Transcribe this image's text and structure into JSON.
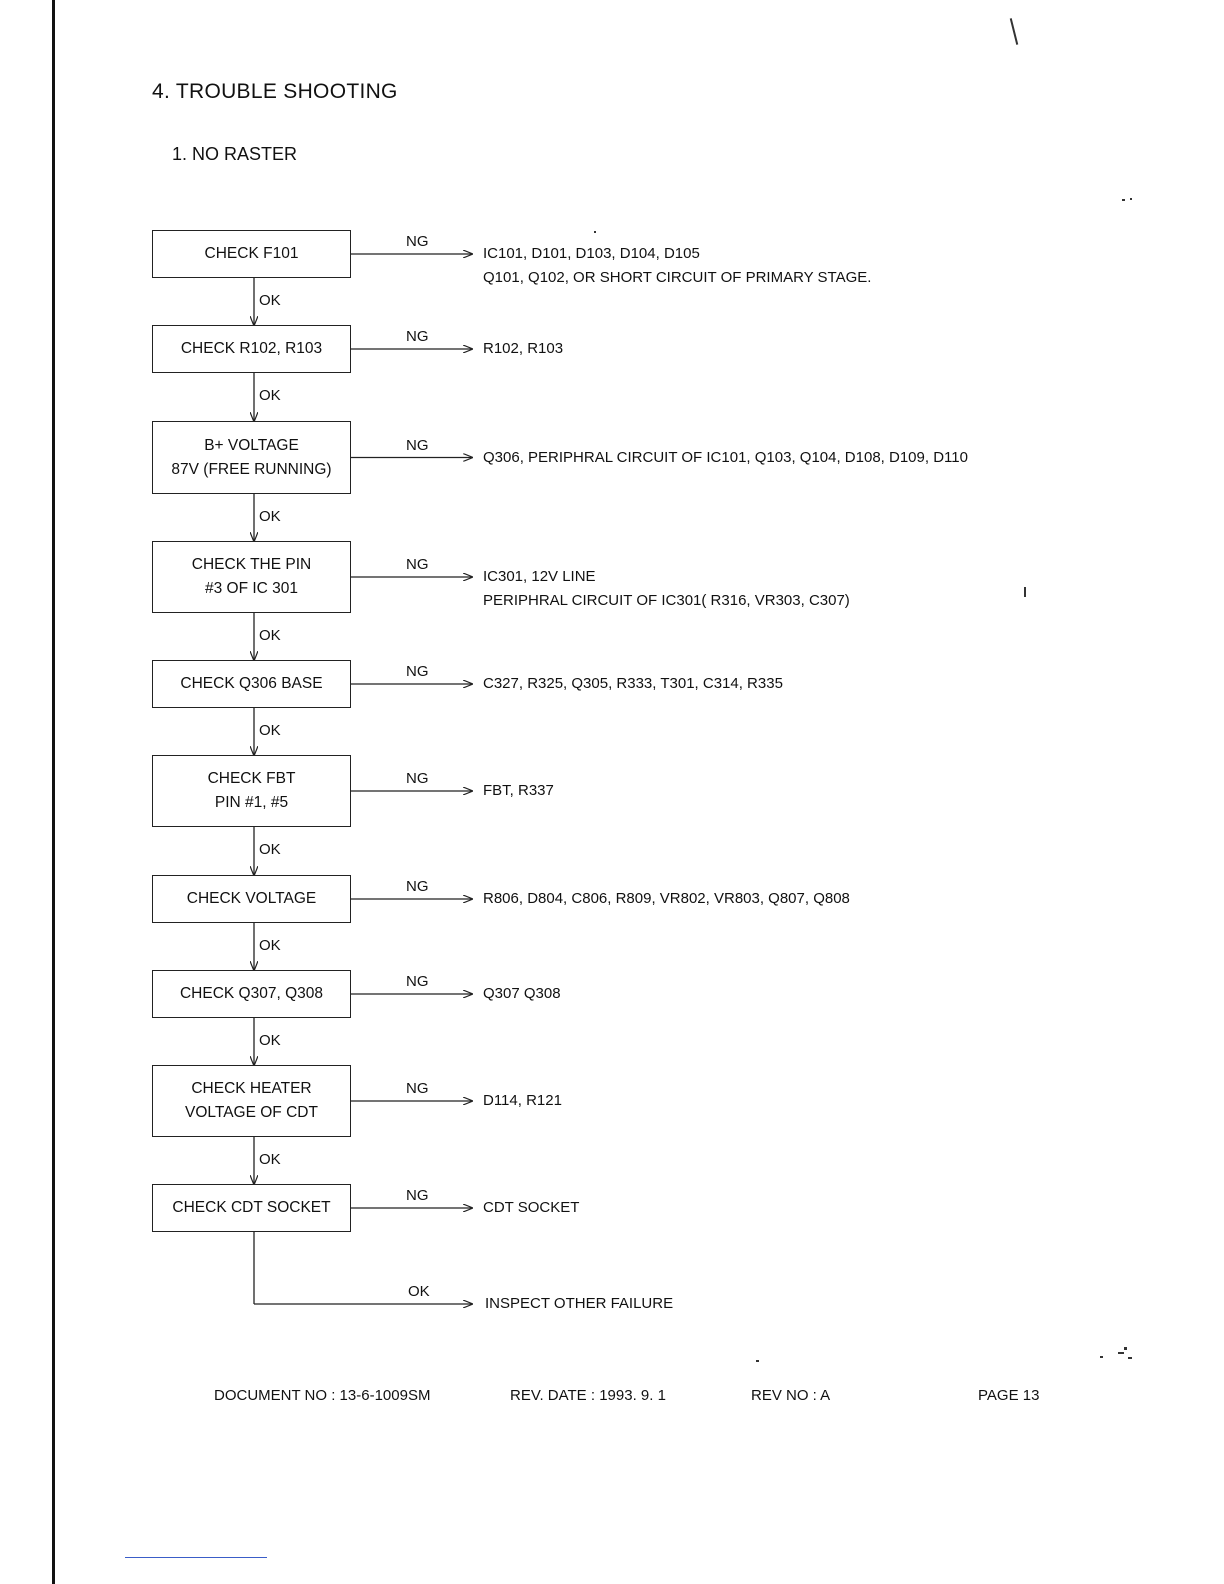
{
  "document": {
    "heading": "4. TROUBLE SHOOTING",
    "subheading": "1. NO RASTER"
  },
  "flow": {
    "ok_label": "OK",
    "ng_label": "NG",
    "steps": [
      {
        "check": "CHECK F101",
        "fail_result": "IC101, D101, D103, D104, D105\nQ101, Q102, OR SHORT CIRCUIT OF PRIMARY STAGE."
      },
      {
        "check": "CHECK R102, R103",
        "fail_result": "R102, R103"
      },
      {
        "check": "B+ VOLTAGE\n87V (FREE RUNNING)",
        "fail_result": "Q306, PERIPHRAL CIRCUIT OF IC101, Q103, Q104, D108, D109, D110"
      },
      {
        "check": "CHECK THE PIN\n#3 OF IC 301",
        "fail_result": "IC301, 12V LINE\nPERIPHRAL CIRCUIT OF IC301( R316, VR303, C307)"
      },
      {
        "check": "CHECK Q306 BASE",
        "fail_result": "C327, R325, Q305, R333, T301, C314, R335"
      },
      {
        "check": "CHECK FBT\nPIN #1, #5",
        "fail_result": "FBT, R337"
      },
      {
        "check": "CHECK VOLTAGE",
        "fail_result": "R806, D804, C806, R809, VR802, VR803, Q807, Q808"
      },
      {
        "check": "CHECK Q307, Q308",
        "fail_result": "Q307 Q308"
      },
      {
        "check": "CHECK HEATER\nVOLTAGE OF CDT",
        "fail_result": "D114, R121"
      },
      {
        "check": "CHECK CDT SOCKET",
        "fail_result": "CDT SOCKET"
      }
    ],
    "final_result": "INSPECT OTHER FAILURE"
  },
  "footer": {
    "document_no": "DOCUMENT NO : 13-6-1009SM",
    "rev_date": "REV. DATE : 1993. 9. 1",
    "rev_no": "REV NO : A",
    "page": "PAGE 13"
  },
  "colors": {
    "ink": "#111111",
    "paper": "#ffffff",
    "rule": "#3a5dc8"
  }
}
